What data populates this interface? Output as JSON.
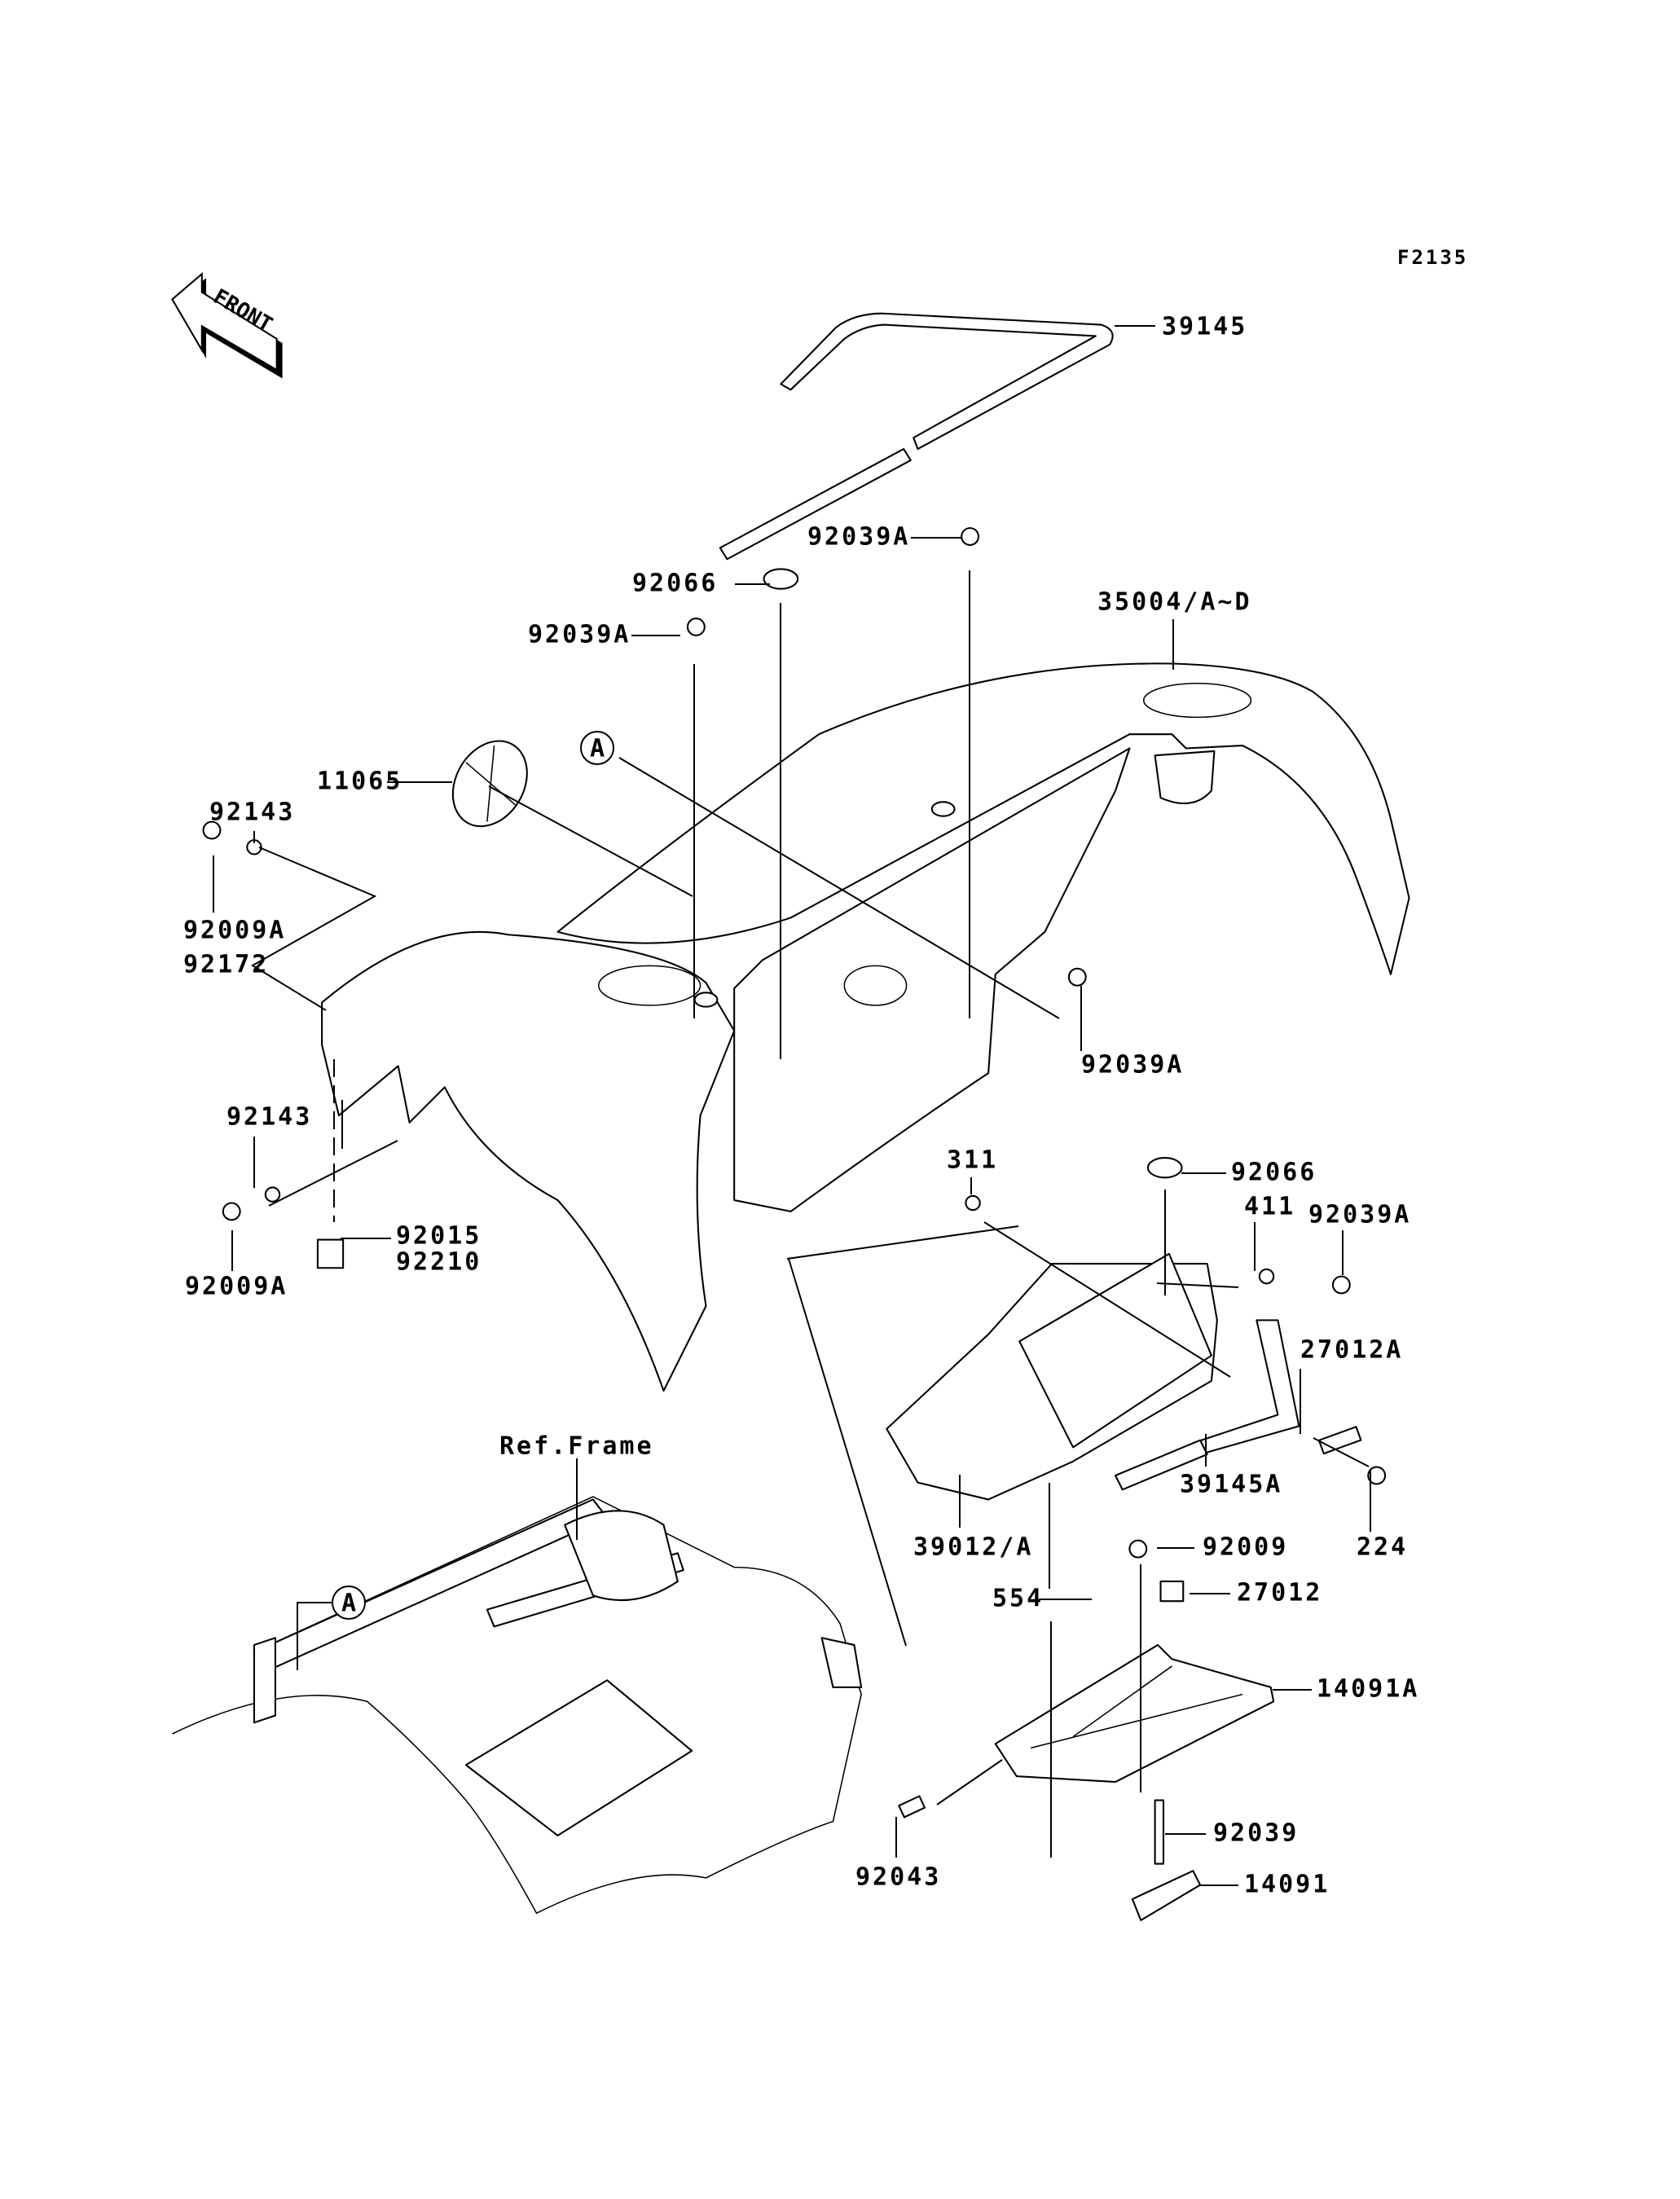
{
  "diagram_code": "F2135",
  "front_arrow_text": "FRONT",
  "callout_letter": "A",
  "reference_label": "Ref.Frame",
  "labels": {
    "l39145": "39145",
    "l92039A_top": "92039A",
    "l92066_top": "92066",
    "l35004": "35004/A~D",
    "l92039A_left": "92039A",
    "l11065": "11065",
    "l92143_top": "92143",
    "l92009A_top": "92009A",
    "l92172": "92172",
    "l92039A_right": "92039A",
    "l92143_low": "92143",
    "l311": "311",
    "l92066_box": "92066",
    "l411": "411",
    "l92039A_box": "92039A",
    "l92009A_low": "92009A",
    "l92015": "92015",
    "l92210": "92210",
    "l27012A": "27012A",
    "l39145A": "39145A",
    "l39012": "39012/A",
    "l92009": "92009",
    "l224": "224",
    "l554": "554",
    "l27012": "27012",
    "l14091A": "14091A",
    "l92039": "92039",
    "l92043": "92043",
    "l14091": "14091"
  }
}
